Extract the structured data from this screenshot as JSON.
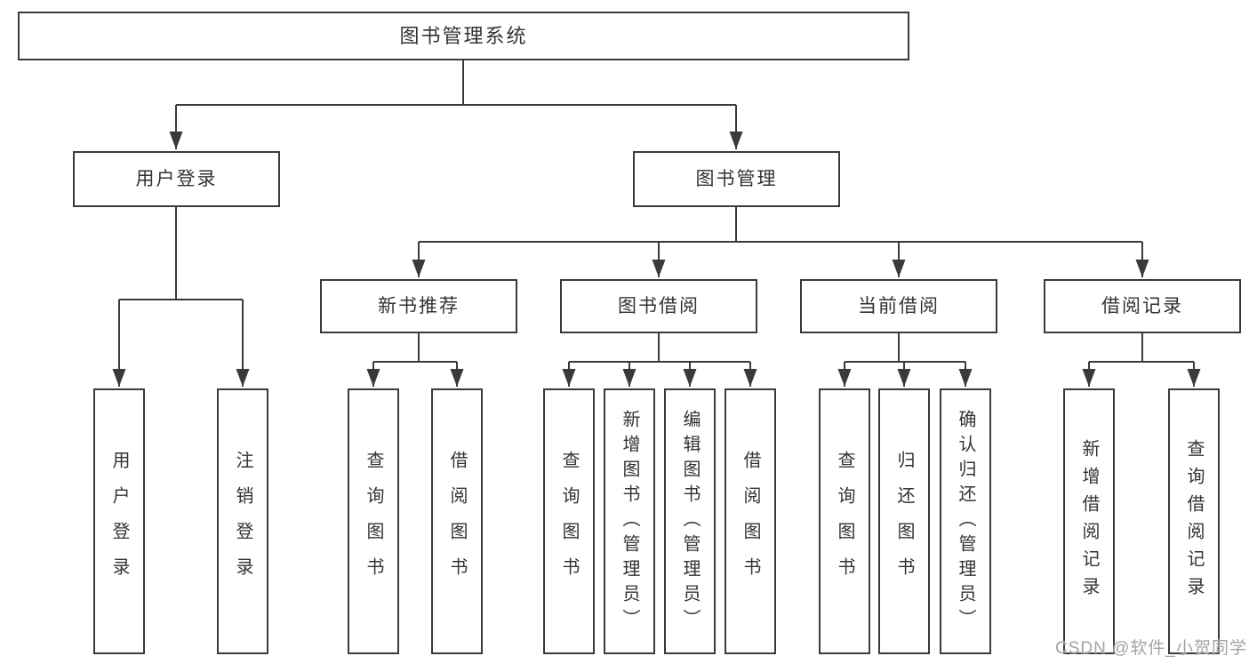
{
  "diagram": {
    "root": {
      "label": "图书管理系统"
    },
    "branches": [
      {
        "label": "用户登录",
        "children": [
          {
            "label": "用户登录"
          },
          {
            "label": "注销登录"
          }
        ]
      },
      {
        "label": "图书管理",
        "children": [
          {
            "label": "新书推荐",
            "children": [
              {
                "label": "查询图书"
              },
              {
                "label": "借阅图书"
              }
            ]
          },
          {
            "label": "图书借阅",
            "children": [
              {
                "label": "查询图书"
              },
              {
                "label": "新增图书（管理员）"
              },
              {
                "label": "编辑图书（管理员）"
              },
              {
                "label": "借阅图书"
              }
            ]
          },
          {
            "label": "当前借阅",
            "children": [
              {
                "label": "查询图书"
              },
              {
                "label": "归还图书"
              },
              {
                "label": "确认归还（管理员）"
              }
            ]
          },
          {
            "label": "借阅记录",
            "children": [
              {
                "label": "新增借阅记录"
              },
              {
                "label": "查询借阅记录"
              }
            ]
          }
        ]
      }
    ]
  },
  "watermark": {
    "text": "CSDN @软件_小贺同学"
  },
  "colors": {
    "line": "#3a3a3a",
    "box_border": "#3a3a3a",
    "text": "#333333",
    "background": "#ffffff",
    "watermark": "#a3a3a3"
  }
}
